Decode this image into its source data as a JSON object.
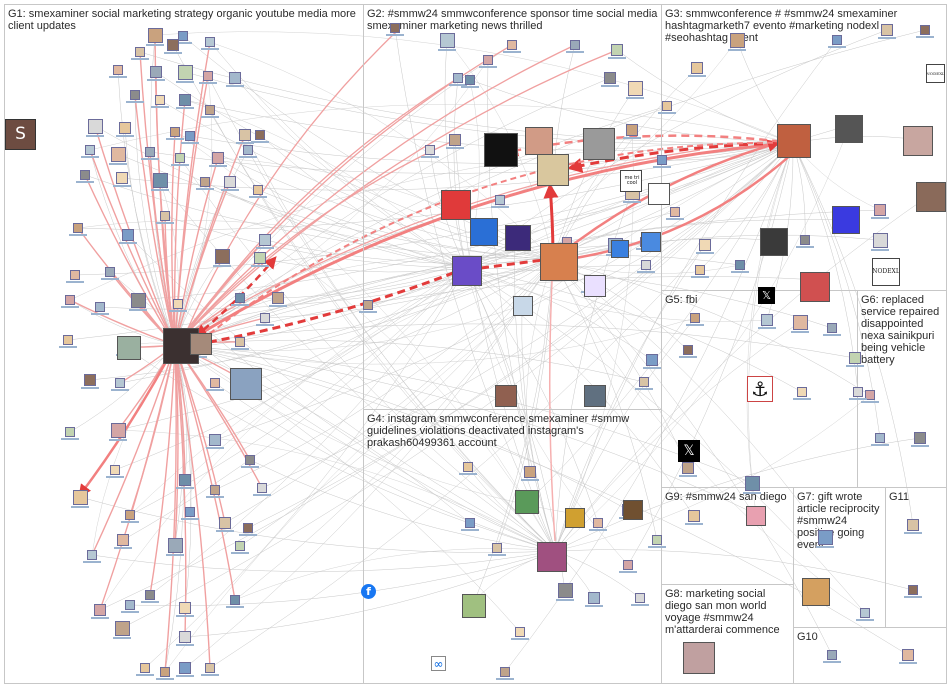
{
  "groups": [
    {
      "id": "G1",
      "label": "G1: smexaminer social marketing strategy organic youtube media more client updates"
    },
    {
      "id": "G2",
      "label": "G2: #smmw24 smmwconference sponsor time social media smexaminer marketing news thrilled"
    },
    {
      "id": "G3",
      "label": "G3: smmwconference # #smmw24 smexaminer hashtagmarketh7 evento #marketing nodexl #seohashtag event"
    },
    {
      "id": "G4",
      "label": "G4: instagram smmwconference smexaminer #smmw guidelines violations deactivated instagram's prakash60499361 account"
    },
    {
      "id": "G5",
      "label": "G5: fbi"
    },
    {
      "id": "G6",
      "label": "G6: replaced service repaired disappointed nexa sainikpuri being vehicle battery"
    },
    {
      "id": "G7",
      "label": "G7: gift wrote article reciprocity #smmw24 positive going event"
    },
    {
      "id": "G8",
      "label": "G8: marketing social diego san mon world voyage #smmw24 m'attarderai commence"
    },
    {
      "id": "G9",
      "label": "G9: #smmw24 san diego"
    },
    {
      "id": "G10",
      "label": "G10"
    },
    {
      "id": "G11",
      "label": "G11"
    }
  ],
  "icons": {
    "letter_s": "S",
    "anchor": "⚓",
    "x_logo": "𝕏",
    "facebook": "f",
    "meta": "∞",
    "me_tri_cool": "me tri cool",
    "nodexl": "NODEXL"
  },
  "colors": {
    "heavy_edge": "#e23b3b",
    "light_edge": "#f0a0a0",
    "grey_edge": "#c8c8c8",
    "box_border": "#c7c7c7"
  }
}
